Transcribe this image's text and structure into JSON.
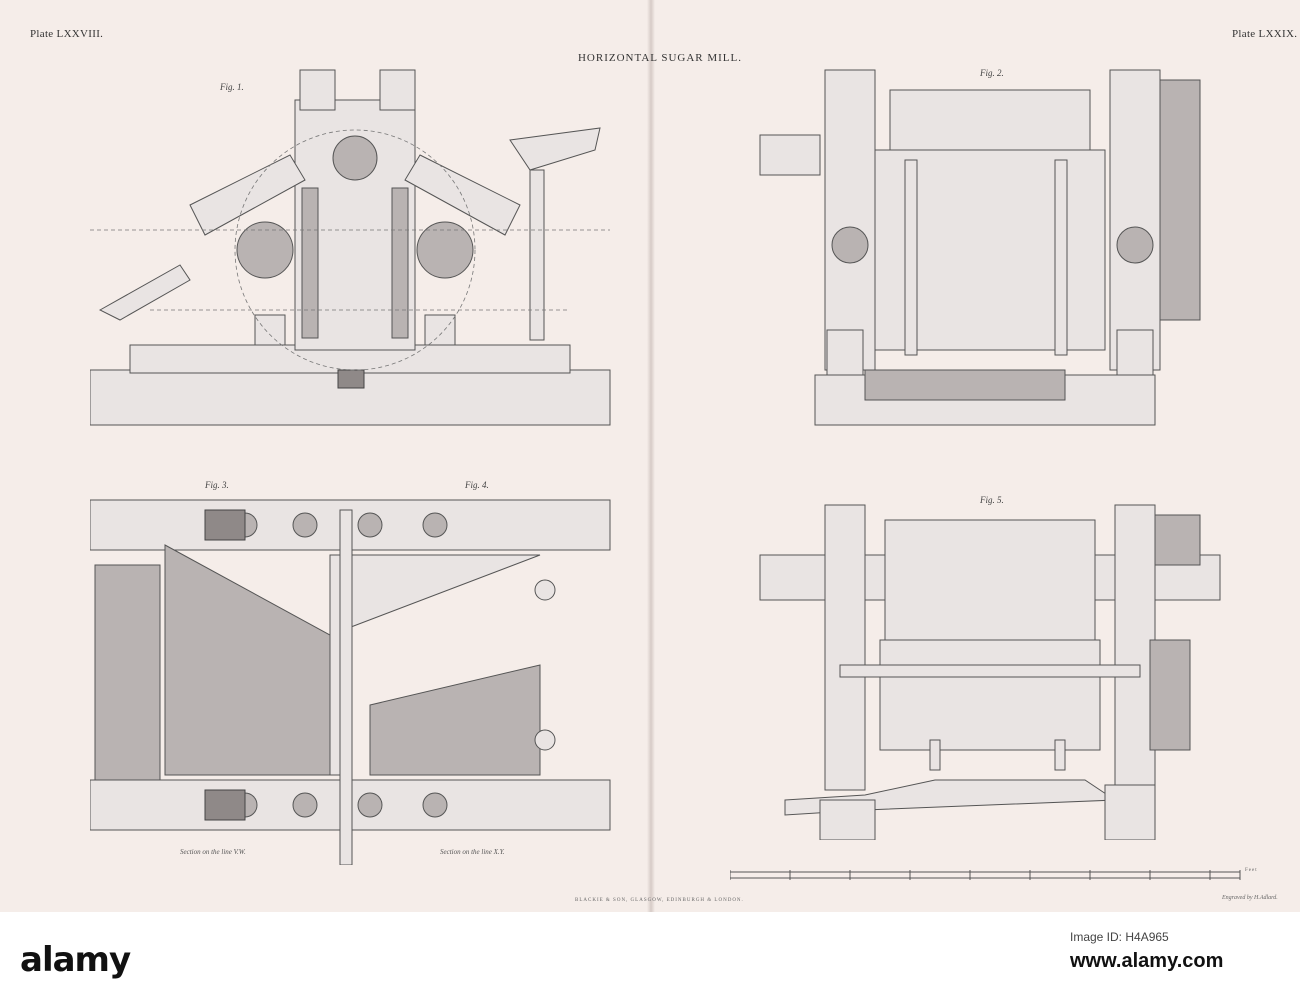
{
  "header": {
    "plate_left": "Plate LXXVIII.",
    "plate_right": "Plate LXXIX.",
    "title": "HORIZONTAL SUGAR MILL."
  },
  "figures": {
    "fig1": "Fig. 1.",
    "fig2": "Fig. 2.",
    "fig3": "Fig. 3.",
    "fig4": "Fig. 4.",
    "fig5": "Fig. 5."
  },
  "captions": {
    "section_vw": "Section on the line V.W.",
    "section_xy": "Section on the line X.Y.",
    "scale_unit": "Feet"
  },
  "imprint": {
    "publisher": "BLACKIE & SON, GLASGOW, EDINBURGH & LONDON.",
    "engraver": "Engraved by H.Adlard."
  },
  "watermark": {
    "logo": "alamy",
    "image_id": "Image ID: H4A965",
    "url": "www.alamy.com"
  }
}
